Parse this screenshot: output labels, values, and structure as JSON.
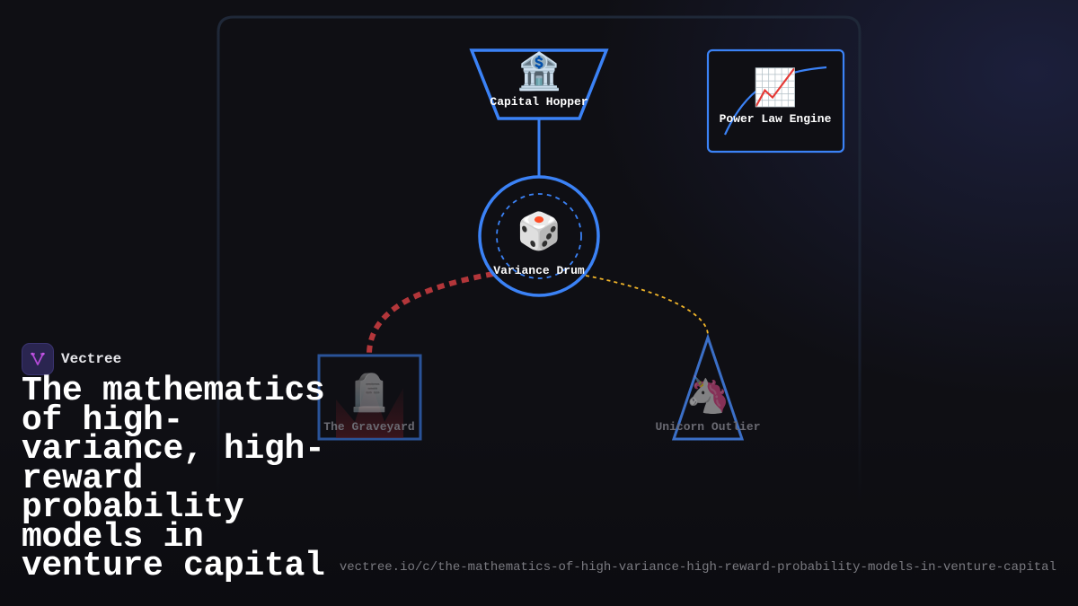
{
  "brand": {
    "name": "Vectree",
    "logo_icon": "vectree-fork-icon"
  },
  "headline": "The mathematics of high-variance, high-reward probability models in venture capital",
  "url": "vectree.io/c/the-mathematics-of-high-variance-high-reward-probability-models-in-venture-capital",
  "colors": {
    "node_stroke": "#3b82f6",
    "loss_path": "#b3363a",
    "win_path": "#f0b429",
    "frame": "#1e2636",
    "background": "#0f0f14"
  },
  "diagram": {
    "nodes": [
      {
        "id": "capital-hopper",
        "label": "Capital Hopper",
        "icon": "bank-icon",
        "emoji": "🏦",
        "shape": "trapezoid"
      },
      {
        "id": "power-law-engine",
        "label": "Power Law Engine",
        "icon": "chart-increasing-icon",
        "emoji": "📈",
        "shape": "rounded-rect"
      },
      {
        "id": "variance-drum",
        "label": "Variance Drum",
        "icon": "dice-icon",
        "emoji": "🎲",
        "shape": "circle"
      },
      {
        "id": "graveyard",
        "label": "The Graveyard",
        "icon": "headstone-icon",
        "emoji": "🪦",
        "shape": "rect"
      },
      {
        "id": "unicorn-outlier",
        "label": "Unicorn Outlier",
        "icon": "unicorn-icon",
        "emoji": "🦄",
        "shape": "triangle"
      }
    ],
    "edges": [
      {
        "from": "capital-hopper",
        "to": "variance-drum",
        "style": "solid"
      },
      {
        "from": "variance-drum",
        "to": "graveyard",
        "style": "thick-dashed-red"
      },
      {
        "from": "variance-drum",
        "to": "unicorn-outlier",
        "style": "thin-dotted-yellow"
      }
    ]
  }
}
